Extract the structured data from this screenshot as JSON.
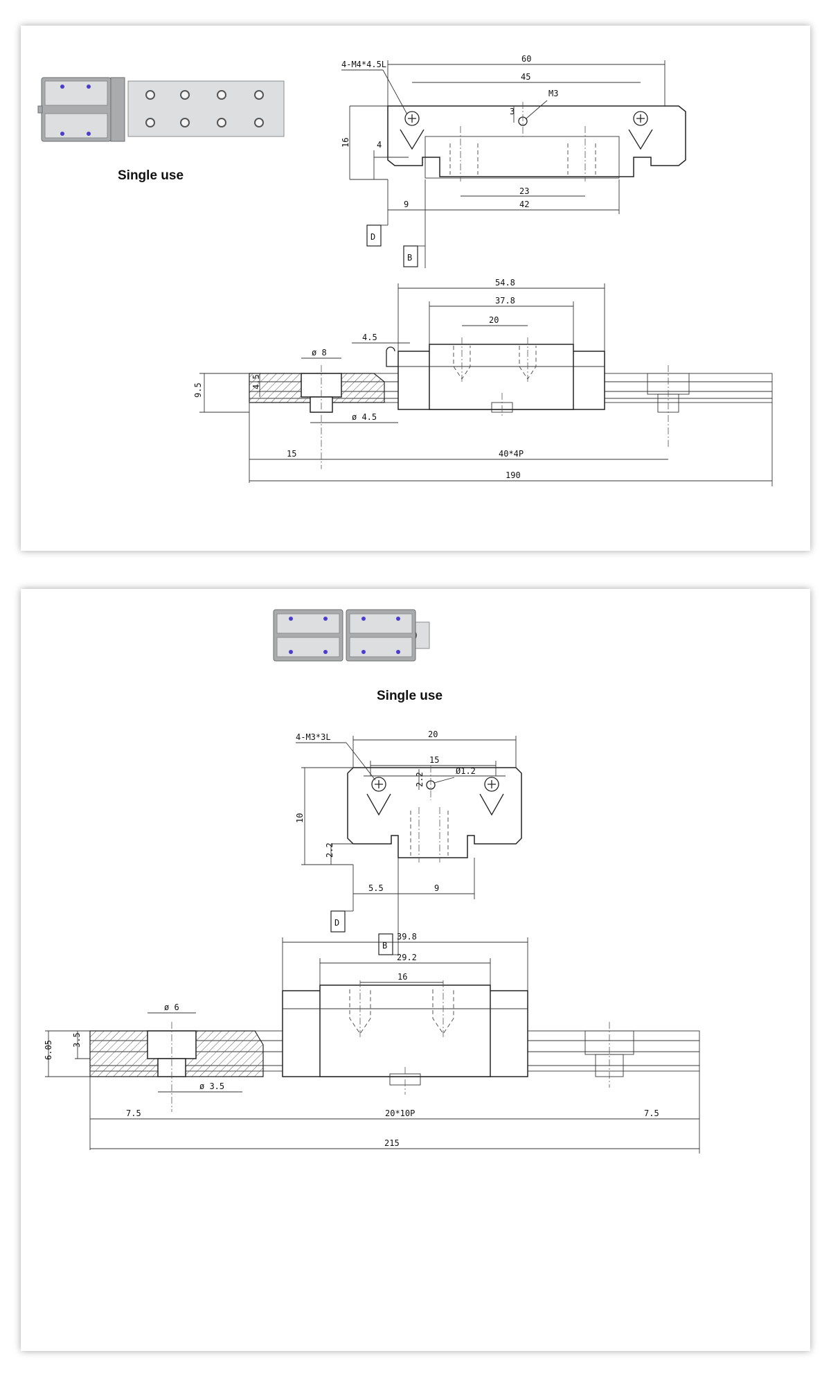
{
  "panel1": {
    "caption": "Single use",
    "dims": {
      "thread": "4-M4*4.5L",
      "w60": "60",
      "w45": "45",
      "m3": "M3",
      "d3": "3",
      "h16": "16",
      "d4": "4",
      "w23": "23",
      "w9": "9",
      "w42": "42",
      "ref_d": "D",
      "ref_b": "B",
      "l54_8": "54.8",
      "l37_8": "37.8",
      "l20": "20",
      "l4_5": "4.5",
      "phi8": "ø 8",
      "h4_5": "4.5",
      "h9_5": "9.5",
      "phi4_5": "ø 4.5",
      "p15": "15",
      "p40x4": "40*4P",
      "total190": "190"
    }
  },
  "panel2": {
    "caption": "Single use",
    "dims": {
      "thread": "4-M3*3L",
      "w20": "20",
      "w15": "15",
      "phi1_2": "Ø1.2",
      "d2_2a": "2.2",
      "h10": "10",
      "d2_2b": "2.2",
      "w5_5": "5.5",
      "w9": "9",
      "ref_d": "D",
      "ref_b": "B",
      "l39_8": "39.8",
      "l29_2": "29.2",
      "l16": "16",
      "phi6": "ø 6",
      "h3_5": "3.5",
      "h6_05": "6.05",
      "phi3_5": "ø 3.5",
      "p7_5a": "7.5",
      "p20x10": "20*10P",
      "p7_5b": "7.5",
      "total215": "215"
    }
  }
}
